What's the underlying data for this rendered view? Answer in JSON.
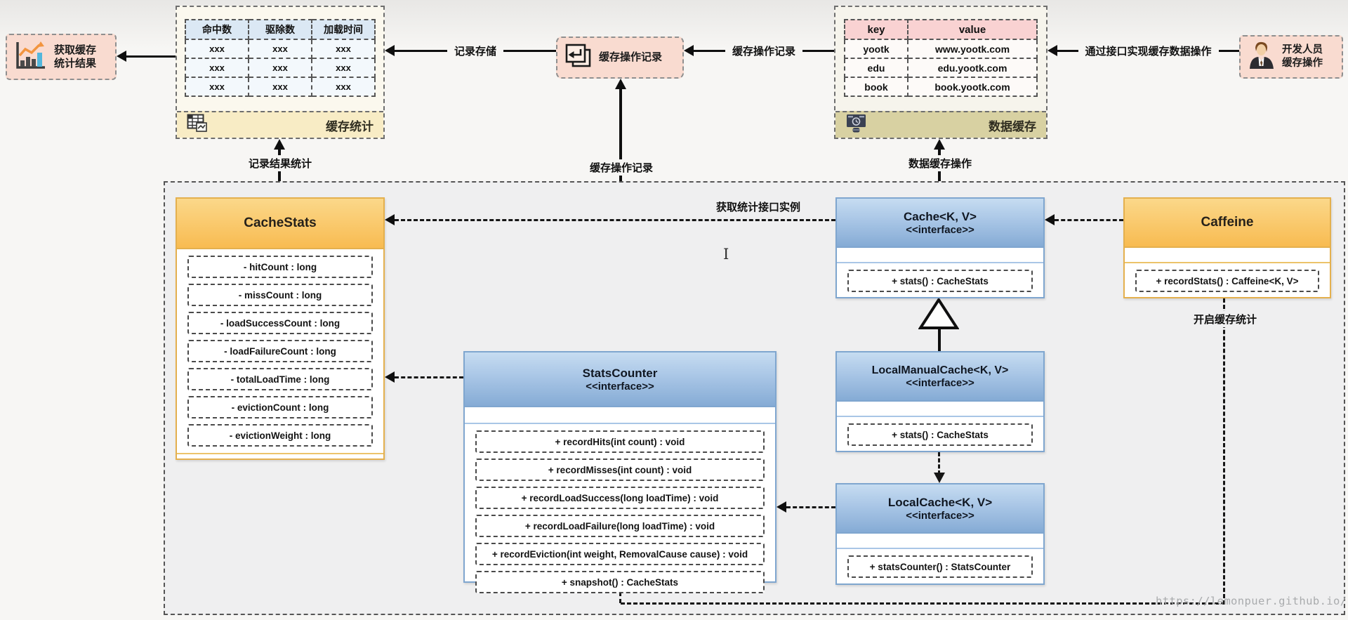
{
  "watermark": "https://lemonpuer.github.io/",
  "actors": {
    "stats_result": {
      "line1": "获取缓存",
      "line2": "统计结果"
    },
    "developer": {
      "line1": "开发人员",
      "line2": "缓存操作"
    }
  },
  "nodes": {
    "op_record": {
      "label": "缓存操作记录"
    }
  },
  "panels": {
    "cache_stats": {
      "title": "缓存统计",
      "headers": [
        "命中数",
        "驱除数",
        "加载时间"
      ],
      "rows": [
        [
          "xxx",
          "xxx",
          "xxx"
        ],
        [
          "xxx",
          "xxx",
          "xxx"
        ],
        [
          "xxx",
          "xxx",
          "xxx"
        ]
      ]
    },
    "data_cache": {
      "title": "数据缓存",
      "headers": [
        "key",
        "value"
      ],
      "rows": [
        [
          "yootk",
          "www.yootk.com"
        ],
        [
          "edu",
          "edu.yootk.com"
        ],
        [
          "book",
          "book.yootk.com"
        ]
      ]
    }
  },
  "flow_labels": {
    "record_store": "记录存储",
    "op_record_right": "缓存操作记录",
    "via_interface": "通过接口实现缓存数据操作",
    "record_result_stats": "记录结果统计",
    "op_record_up": "缓存操作记录",
    "data_cache_op": "数据缓存操作",
    "get_stats_instance": "获取统计接口实例",
    "enable_stats": "开启缓存统计"
  },
  "classes": {
    "cache_stats": {
      "name": "CacheStats",
      "fields": [
        "- hitCount : long",
        "- missCount : long",
        "- loadSuccessCount : long",
        "- loadFailureCount : long",
        "- totalLoadTime : long",
        "- evictionCount : long",
        "- evictionWeight : long"
      ]
    },
    "stats_counter": {
      "name": "StatsCounter",
      "stereotype": "<<interface>>",
      "methods": [
        "+ recordHits(int count) : void",
        "+ recordMisses(int count) : void",
        "+ recordLoadSuccess(long loadTime) : void",
        "+ recordLoadFailure(long loadTime) : void",
        "+ recordEviction(int weight, RemovalCause cause) : void",
        "+ snapshot() : CacheStats"
      ]
    },
    "cache": {
      "name": "Cache<K, V>",
      "stereotype": "<<interface>>",
      "methods": [
        "+ stats() : CacheStats"
      ]
    },
    "local_manual_cache": {
      "name": "LocalManualCache<K, V>",
      "stereotype": "<<interface>>",
      "methods": [
        "+ stats() : CacheStats"
      ]
    },
    "local_cache": {
      "name": "LocalCache<K, V>",
      "stereotype": "<<interface>>",
      "methods": [
        "+ statsCounter() : StatsCounter"
      ]
    },
    "caffeine": {
      "name": "Caffeine",
      "methods": [
        "+ recordStats() : Caffeine<K, V>"
      ]
    }
  }
}
